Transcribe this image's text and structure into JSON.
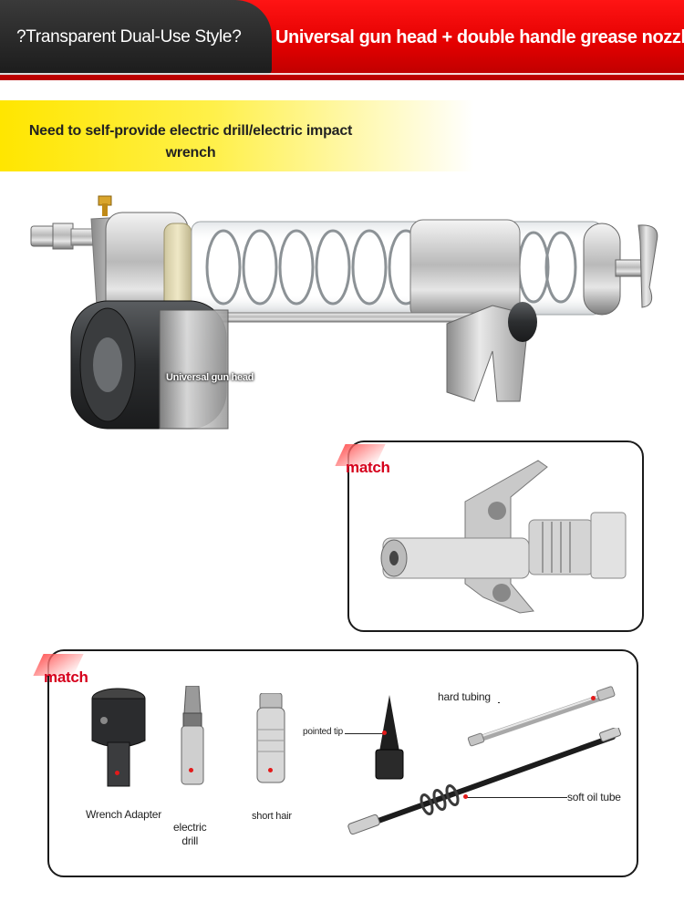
{
  "header": {
    "left_label": "?Transparent Dual-Use Style?",
    "right_label": "Universal gun head + double handle grease nozzle"
  },
  "banner": {
    "text": "Need to self-provide electric drill/electric impact wrench"
  },
  "product": {
    "gun_head_label": "Universal gun head"
  },
  "match_box_1": {
    "tag": "match"
  },
  "match_box_2": {
    "tag": "match",
    "accessories": {
      "wrench_adapter": "Wrench Adapter",
      "electric_drill": "electric\ndrill",
      "short_hair": "short hair",
      "pointed_tip": "pointed tip",
      "hard_tubing": "hard tubing",
      "soft_oil_tube": "soft oil tube"
    }
  },
  "colors": {
    "header_red": "#e30000",
    "header_dark": "#1c1c1c",
    "banner_yellow": "#ffe600",
    "match_red": "#d6001c"
  }
}
